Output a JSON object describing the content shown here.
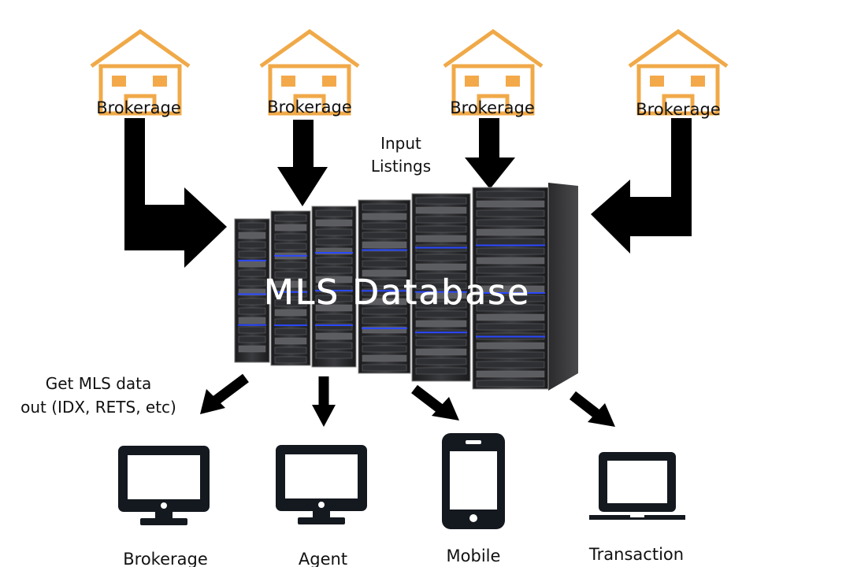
{
  "sources": [
    {
      "icon": "house-icon",
      "label": "Brokerage"
    },
    {
      "icon": "house-icon",
      "label": "Brokerage"
    },
    {
      "icon": "house-icon",
      "label": "Brokerage"
    },
    {
      "icon": "house-icon",
      "label": "Brokerage"
    }
  ],
  "input_label": {
    "line1": "Input",
    "line2": "Listings"
  },
  "database": {
    "label": "MLS Database",
    "icon": "server-rack-icon"
  },
  "output_label": {
    "line1": "Get MLS data",
    "line2": "out (IDX, RETS, etc)"
  },
  "consumers": [
    {
      "icon": "monitor-icon",
      "label": "Brokerage"
    },
    {
      "icon": "monitor-icon",
      "label": "Agent"
    },
    {
      "icon": "smartphone-icon",
      "label": "Mobile"
    },
    {
      "icon": "laptop-icon",
      "label": "Transaction"
    }
  ],
  "colors": {
    "house": "#f0a948",
    "arrow": "#000000",
    "device": "#14181f",
    "server_led": "#2a48ff"
  }
}
